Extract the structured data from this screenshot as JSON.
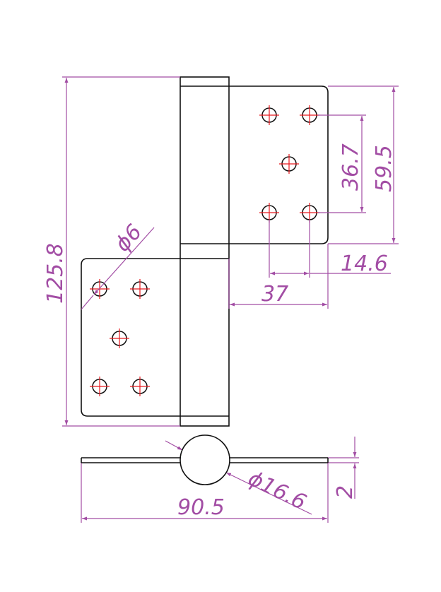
{
  "dimensions": {
    "total_height": "125.8",
    "upper_leaf_height": "59.5",
    "outer_hole_spacing": "36.7",
    "hole_x_spacing": "14.6",
    "hole_to_edge": "37",
    "hole_diameter": "ϕ6",
    "knuckle_diameter": "ϕ16.6",
    "leaf_thickness": "2",
    "overall_width": "90.5"
  },
  "colors": {
    "outline": "#111111",
    "dimension": "#a24da4",
    "hole_center": "#e8191f"
  }
}
